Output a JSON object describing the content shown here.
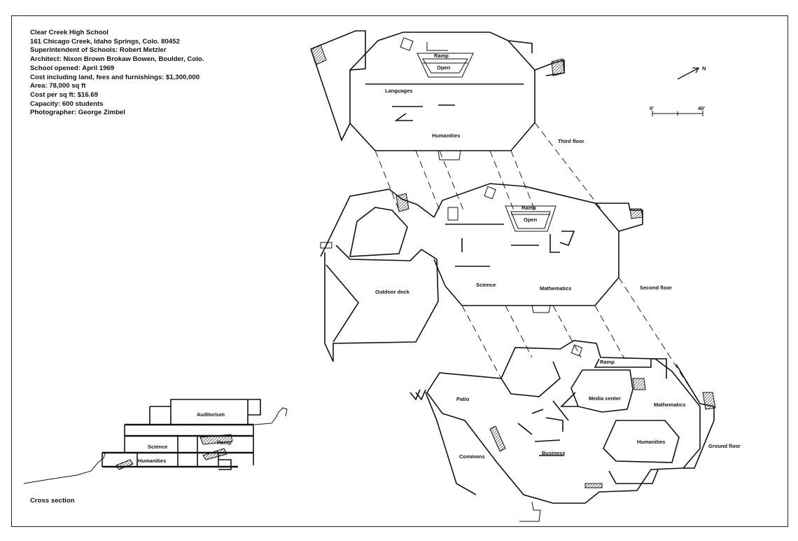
{
  "info": {
    "lines": [
      "Clear Creek High School",
      "161 Chicago Creek, Idaho Springs, Colo. 80452",
      "Superintendent of Schools: Robert Metzler",
      "Architect: Nixon Brown Brokaw Bowen, Boulder, Colo.",
      "School opened: April 1969",
      "Cost including land, fees and furnishings: $1,300,000",
      "Area: 78,000 sq ft",
      "Cost per sq ft: $16.69",
      "Capacity: 600 students",
      "Photographer: George Zimbel"
    ]
  },
  "north": {
    "label": "N"
  },
  "scale": {
    "start": "0'",
    "end": "40'"
  },
  "floors": {
    "third": {
      "title": "Third floor",
      "rooms": [
        "Ramp",
        "Open",
        "Languages",
        "Humanities"
      ]
    },
    "second": {
      "title": "Second floor",
      "rooms": [
        "Ramp",
        "Open",
        "Outdoor deck",
        "Science",
        "Mathematics"
      ]
    },
    "ground": {
      "title": "Ground floor",
      "rooms": [
        "Ramp",
        "Patio",
        "Media center",
        "Mathematics",
        "Humanities",
        "Commons",
        "Business"
      ]
    }
  },
  "section": {
    "title": "Cross section",
    "labels": [
      "Auditorium",
      "Science",
      "Ramp",
      "Humanities"
    ]
  }
}
